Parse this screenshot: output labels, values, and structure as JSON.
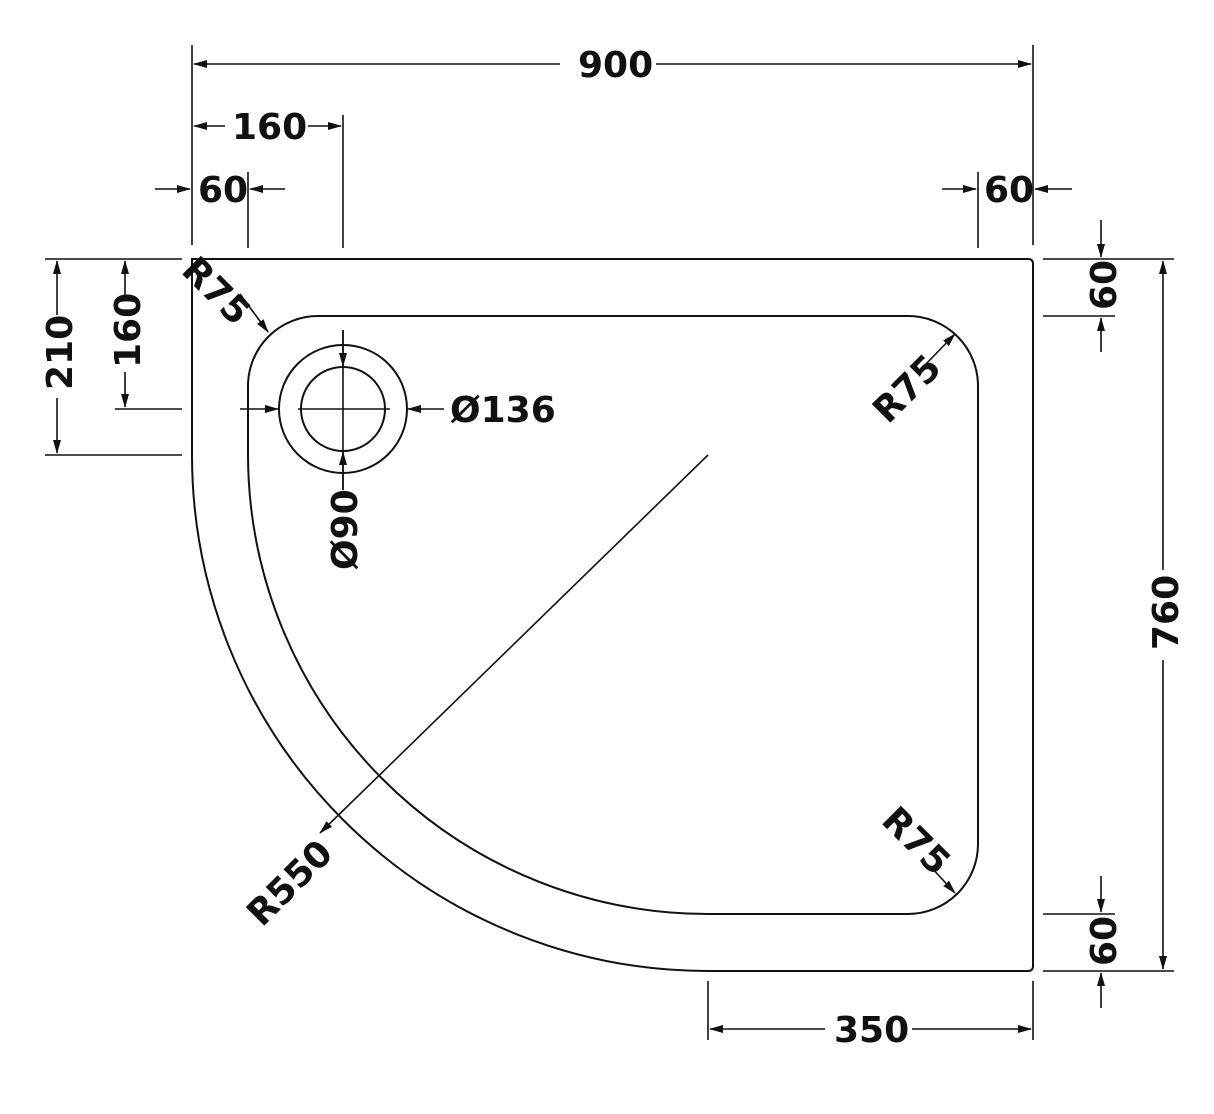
{
  "drawing": {
    "title": "Quadrant shower tray dimension drawing",
    "units": "mm",
    "stroke_color": "#111111",
    "background": "#ffffff"
  },
  "dimensions": {
    "overall_width": "900",
    "left_waste_offset": "160",
    "left_rim": "60",
    "right_rim": "60",
    "right_top_rim": "60",
    "right_bottom_rim": "60",
    "overall_depth": "760",
    "left_outer_offset": "210",
    "left_waste_vertical": "160",
    "straight_bottom": "350",
    "corner_radius_top_left": "R75",
    "corner_radius_top_right": "R75",
    "corner_radius_bottom_right": "R75",
    "curve_radius": "R550",
    "waste_outer_diameter": "Ø136",
    "waste_inner_diameter": "Ø90"
  }
}
